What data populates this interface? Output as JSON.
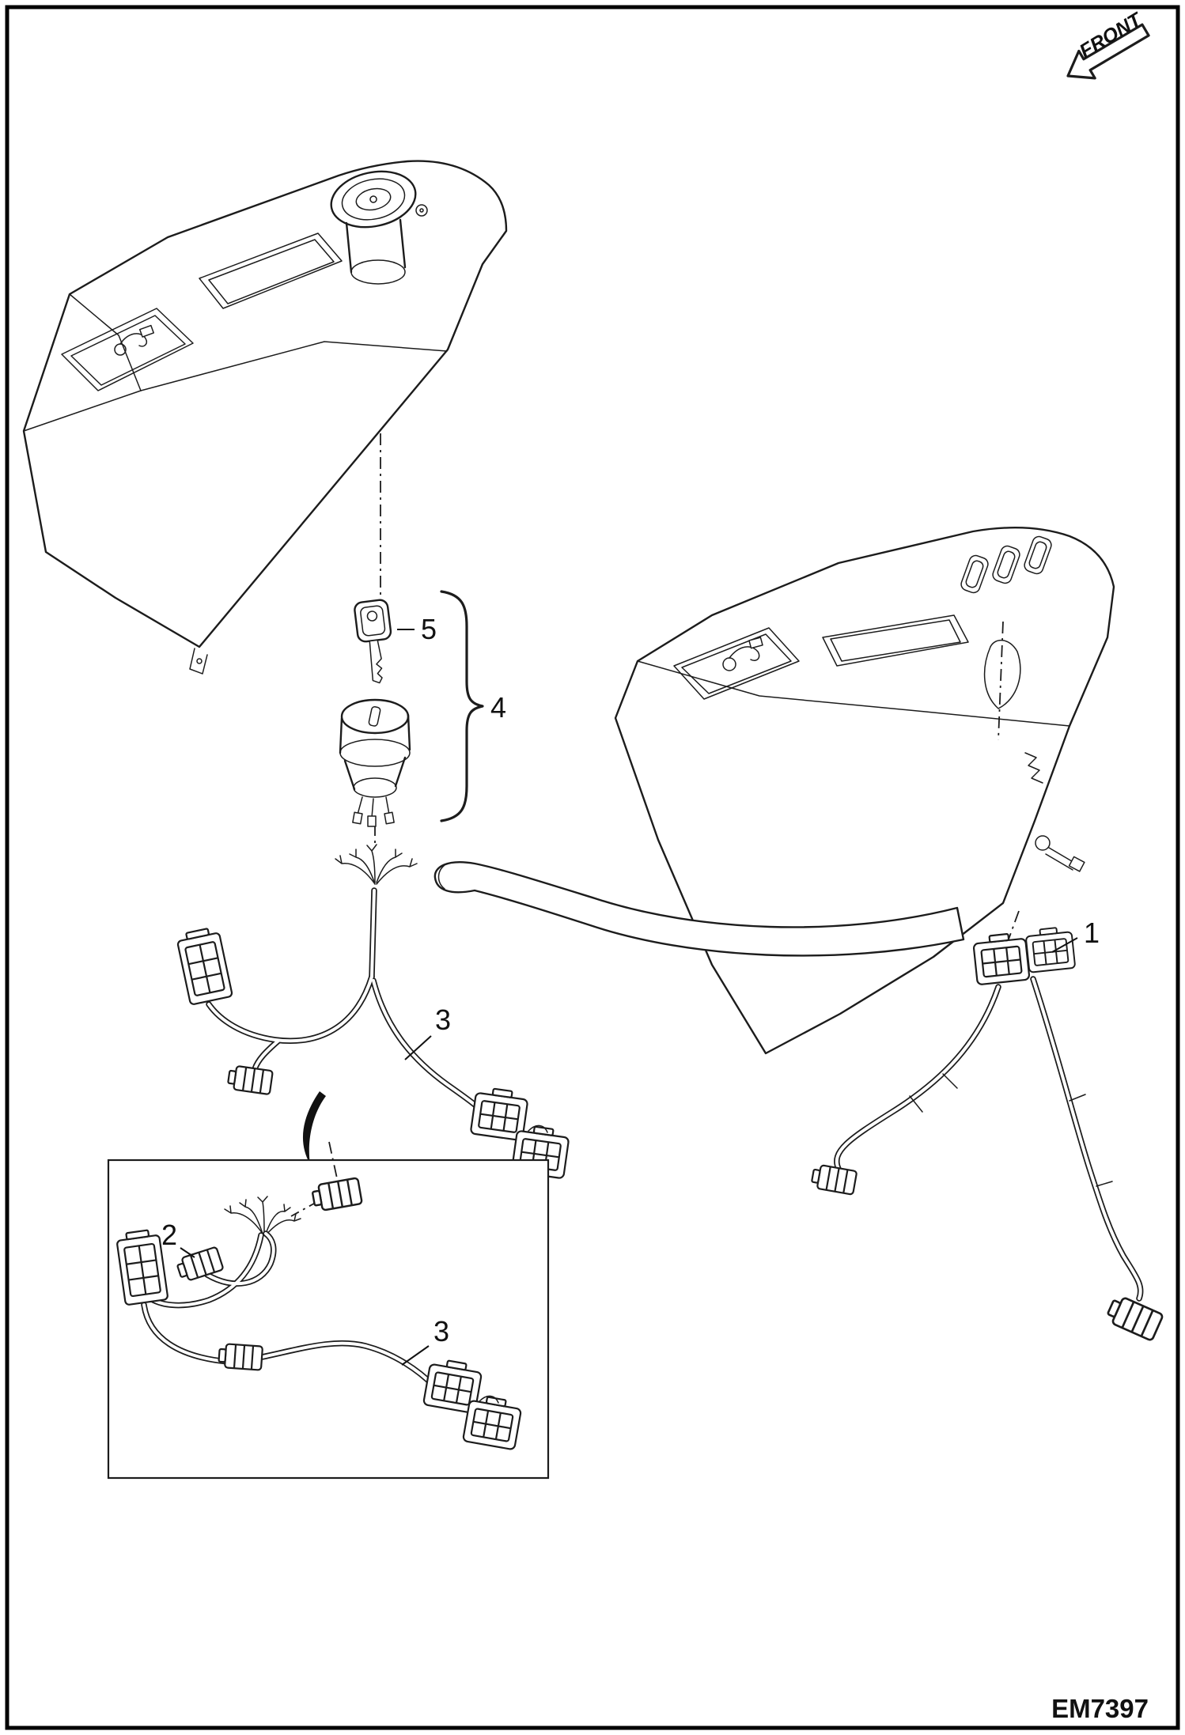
{
  "page": {
    "front_label": "FRONT",
    "code": "EM7397"
  },
  "callouts": {
    "item1": "1",
    "item2": "2",
    "item3_main": "3",
    "item3_inset": "3",
    "item4": "4",
    "item5": "5"
  },
  "colors": {
    "line": "#1c1c1c",
    "background": "#ffffff"
  }
}
